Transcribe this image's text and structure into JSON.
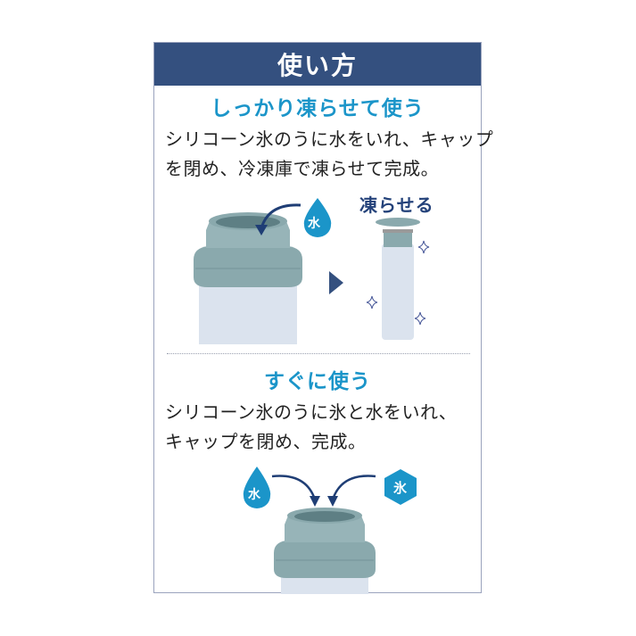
{
  "header": {
    "title": "使い方"
  },
  "section1": {
    "heading": "しっかり凍らせて使う",
    "line1": "シリコーン氷のうに水をいれ、キャップ",
    "line2": "を閉め、冷凍庫で凍らせて完成。",
    "freeze_label": "凍らせる",
    "water_badge": "水"
  },
  "section2": {
    "heading": "すぐに使う",
    "line1": "シリコーン氷のうに氷と水をいれ、",
    "line2": "キャップを閉め、完成。",
    "water_badge": "水",
    "ice_badge": "氷"
  },
  "colors": {
    "header_bg": "#34507f",
    "heading_blue": "#1b95c9",
    "cap_teal": "#8aa9ad",
    "bottle_body": "#dbe3ee",
    "arrow_navy": "#1f3e75"
  }
}
